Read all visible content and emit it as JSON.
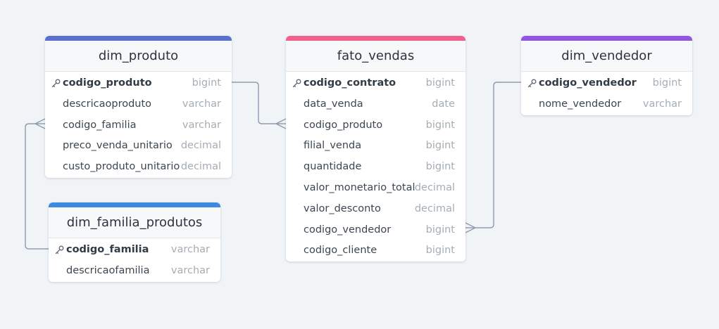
{
  "colors": {
    "background": "#f0f4f7",
    "link_line": "#8f9bad",
    "dim_produto_accent": "#5b6fcf",
    "fato_vendas_accent": "#f0608f",
    "dim_vendedor_accent": "#9257e0",
    "dim_familia_produtos_accent": "#3c8ae0"
  },
  "key_icon": "key-icon",
  "tables": {
    "dim_produto": {
      "title": "dim_produto",
      "fields": [
        {
          "name": "codigo_produto",
          "type": "bigint",
          "pk": true
        },
        {
          "name": "descricaoproduto",
          "type": "varchar"
        },
        {
          "name": "codigo_familia",
          "type": "varchar"
        },
        {
          "name": "preco_venda_unitario",
          "type": "decimal"
        },
        {
          "name": "custo_produto_unitario",
          "type": "decimal"
        }
      ]
    },
    "fato_vendas": {
      "title": "fato_vendas",
      "fields": [
        {
          "name": "codigo_contrato",
          "type": "bigint",
          "pk": true
        },
        {
          "name": "data_venda",
          "type": "date"
        },
        {
          "name": "codigo_produto",
          "type": "bigint"
        },
        {
          "name": "filial_venda",
          "type": "bigint"
        },
        {
          "name": "quantidade",
          "type": "bigint"
        },
        {
          "name": "valor_monetario_total",
          "type": "decimal"
        },
        {
          "name": "valor_desconto",
          "type": "decimal"
        },
        {
          "name": "codigo_vendedor",
          "type": "bigint"
        },
        {
          "name": "codigo_cliente",
          "type": "bigint"
        }
      ]
    },
    "dim_vendedor": {
      "title": "dim_vendedor",
      "fields": [
        {
          "name": "codigo_vendedor",
          "type": "bigint",
          "pk": true
        },
        {
          "name": "nome_vendedor",
          "type": "varchar"
        }
      ]
    },
    "dim_familia_produtos": {
      "title": "dim_familia_produtos",
      "fields": [
        {
          "name": "codigo_familia",
          "type": "varchar",
          "pk": true
        },
        {
          "name": "descricaofamilia",
          "type": "varchar"
        }
      ]
    }
  },
  "relationships": [
    {
      "from": "dim_produto.codigo_produto",
      "to": "fato_vendas.codigo_produto",
      "cardinality": "one-to-many"
    },
    {
      "from": "dim_vendedor.codigo_vendedor",
      "to": "fato_vendas.codigo_vendedor",
      "cardinality": "one-to-many"
    },
    {
      "from": "dim_familia_produtos.codigo_familia",
      "to": "dim_produto.codigo_familia",
      "cardinality": "one-to-many"
    }
  ]
}
